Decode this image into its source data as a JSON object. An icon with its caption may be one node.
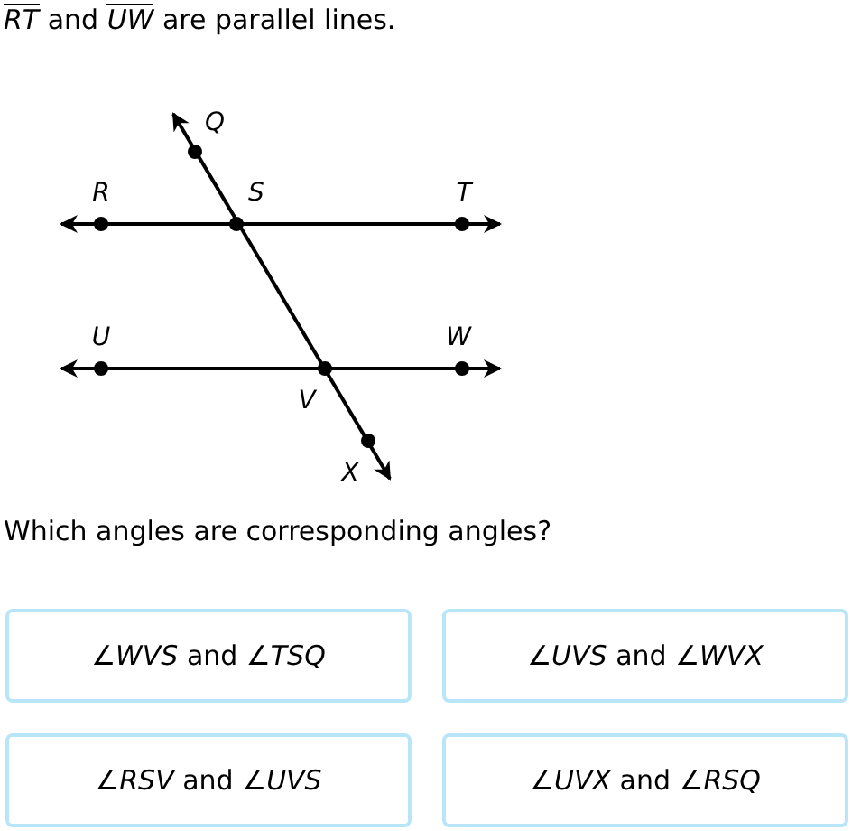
{
  "diagram": {
    "title": "*RT* and *UW* are parallel lines.",
    "nodes": [
      {
        "text": [
          "∠*WVS* and ∠*TSQ*"
        ]
      },
      {
        "text": [
          "∠*UVS* and ∠*WVX*"
        ]
      },
      {
        "text": [
          "∠*RSV* and ∠*UVS*"
        ]
      },
      {
        "text": [
          "∠*UVX* and ∠*RSQ*"
        ]
      }
    ],
    "labels": [
      "Q",
      "R",
      "S",
      "T",
      "U",
      "W",
      "V",
      "X",
      "Which angles are corresponding angles?"
    ]
  }
}
